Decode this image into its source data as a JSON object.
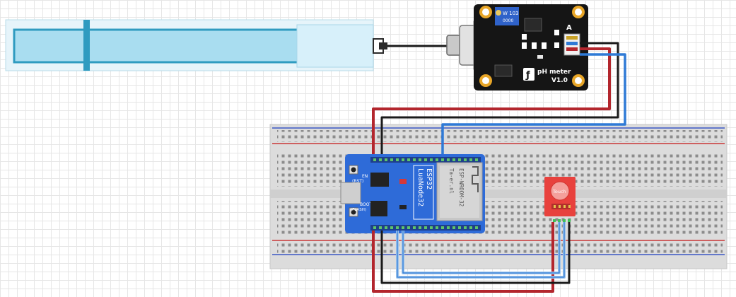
{
  "colors": {
    "probe_glass": "#a9ddf0",
    "probe_stroke": "#2f9bc0",
    "board_blue": "#2e6bd8",
    "wire_red": "#b3262d",
    "wire_black": "#1a1a1a",
    "wire_blue": "#2f7ad6",
    "ph_board": "#151515",
    "rx_module": "#e8413d"
  },
  "ph_meter": {
    "title": "pH meter",
    "version": "V1.0",
    "pot_label": "W 103",
    "pot_sub": "0000",
    "logo": "ƒ",
    "arrow": "A"
  },
  "esp32": {
    "brand_line1": "LuaNode32",
    "brand_line2": "ESP32",
    "module_line1": "ESP-WROOM-32",
    "module_line2": "Ta-er.nl",
    "btn_en_line1": "EN",
    "btn_en_line2": "(RST)",
    "btn_boot_line1": "BOOT",
    "btn_boot_line2": "(FLASH)"
  },
  "rx_module": {
    "label": "Touch"
  }
}
